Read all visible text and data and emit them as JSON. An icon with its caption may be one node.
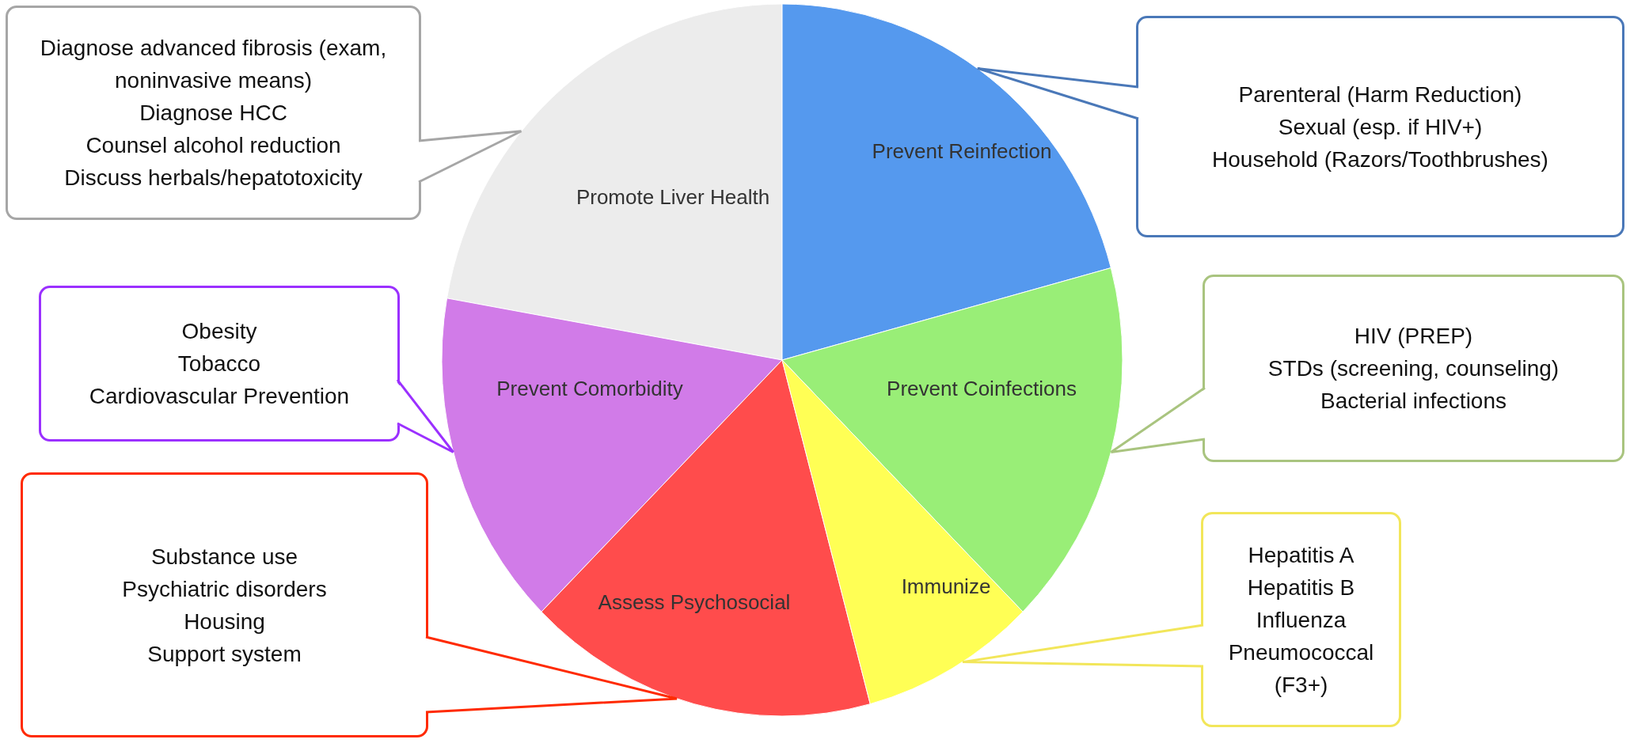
{
  "diagram": {
    "nodes": [
      {
        "text": [
          "Diagnose advanced fibrosis (exam, noninvasive means)",
          "Diagnose HCC",
          "Counsel alcohol reduction",
          "Discuss herbals/hepatotoxicity"
        ]
      },
      {
        "text": [
          "Promote Liver Health"
        ]
      },
      {
        "text": [
          "Prevent Reinfection"
        ]
      },
      {
        "text": [
          "Parenteral (Harm Reduction)",
          "Sexual (esp. if HIV+)",
          "Household (Razors/Toothbrushes)"
        ]
      },
      {
        "text": [
          "Obesity",
          "Tobacco",
          "Cardiovascular Prevention"
        ]
      },
      {
        "text": [
          "Prevent Comorbidity"
        ]
      },
      {
        "text": [
          "Prevent Coinfections"
        ]
      },
      {
        "text": [
          "HIV (PREP)",
          "STDs (screening, counseling)",
          "Bacterial infections"
        ]
      },
      {
        "text": [
          "Substance use",
          "Psychiatric disorders",
          "Housing",
          "Support system"
        ]
      },
      {
        "text": [
          "Assess Psychosocial"
        ]
      },
      {
        "text": [
          "Immunize"
        ]
      },
      {
        "text": [
          "Hepatitis A",
          "Hepatitis B",
          "Influenza",
          "Pneumococcal (F3+)"
        ]
      }
    ],
    "edges": [
      {
        "from": 0,
        "to": 1,
        "arrow": "none",
        "color": "#a6a6a6"
      },
      {
        "from": 3,
        "to": 2,
        "arrow": "none",
        "color": "#4a78b8"
      },
      {
        "from": 4,
        "to": 5,
        "arrow": "none",
        "color": "#9b30ff"
      },
      {
        "from": 7,
        "to": 6,
        "arrow": "none",
        "color": "#a9c47f"
      },
      {
        "from": 8,
        "to": 9,
        "arrow": "none",
        "color": "#ff2a00"
      },
      {
        "from": 11,
        "to": 10,
        "arrow": "none",
        "color": "#f2e65a"
      }
    ]
  }
}
